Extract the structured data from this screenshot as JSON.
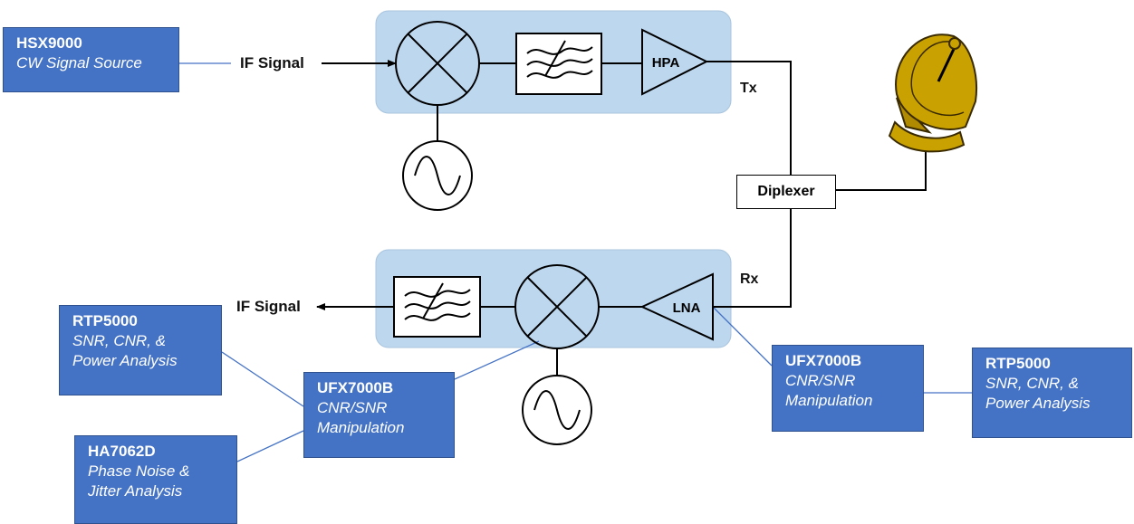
{
  "labels": {
    "if_signal_tx": "IF Signal",
    "if_signal_rx": "IF Signal",
    "tx": "Tx",
    "rx": "Rx",
    "hpa": "HPA",
    "lna": "LNA",
    "diplexer": "Diplexer"
  },
  "instruments": {
    "hsx9000": {
      "name": "HSX9000",
      "desc": [
        "CW Signal Source"
      ]
    },
    "rtp5000_left": {
      "name": "RTP5000",
      "desc": [
        "SNR, CNR, &",
        "Power Analysis"
      ]
    },
    "ufx7000b_left": {
      "name": "UFX7000B",
      "desc": [
        "CNR/SNR",
        "Manipulation"
      ]
    },
    "ha7062d": {
      "name": "HA7062D",
      "desc": [
        "Phase Noise &",
        "Jitter Analysis"
      ]
    },
    "ufx7000b_right": {
      "name": "UFX7000B",
      "desc": [
        "CNR/SNR",
        "Manipulation"
      ]
    },
    "rtp5000_right": {
      "name": "RTP5000",
      "desc": [
        "SNR, CNR, &",
        "Power Analysis"
      ]
    }
  },
  "colors": {
    "instrument_fill": "#4472c4",
    "chain_panel_fill": "#bdd7ee",
    "dish_fill": "#c9a100",
    "connector_line": "#4472c4",
    "signal_line": "#000000"
  },
  "icons": {
    "mixer": "mixer-x-circle-icon",
    "filter": "bandpass-filter-icon",
    "oscillator": "oscillator-sine-icon",
    "amplifier": "amplifier-triangle-icon",
    "antenna": "satellite-dish-icon"
  }
}
